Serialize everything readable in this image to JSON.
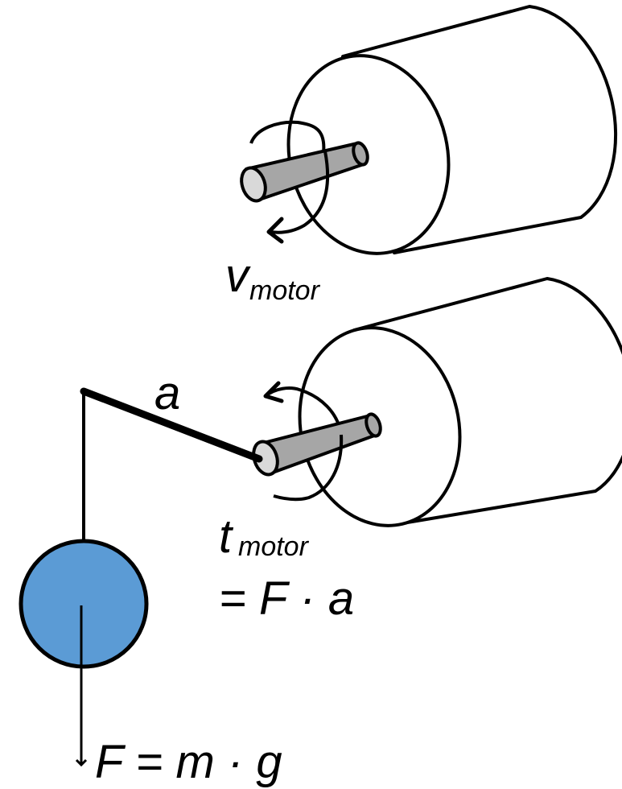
{
  "labels": {
    "v_main": "v",
    "v_sub": "motor",
    "t_main": "t",
    "t_sub": "motor",
    "torque_eq": "= F · a",
    "lever": "a",
    "force_eq": "F = m · g"
  },
  "colors": {
    "stroke": "#000000",
    "shaft": "#a6a6a6",
    "shaft_end": "#d9d9d9",
    "mass": "#5b9bd5",
    "background": "#ffffff"
  }
}
